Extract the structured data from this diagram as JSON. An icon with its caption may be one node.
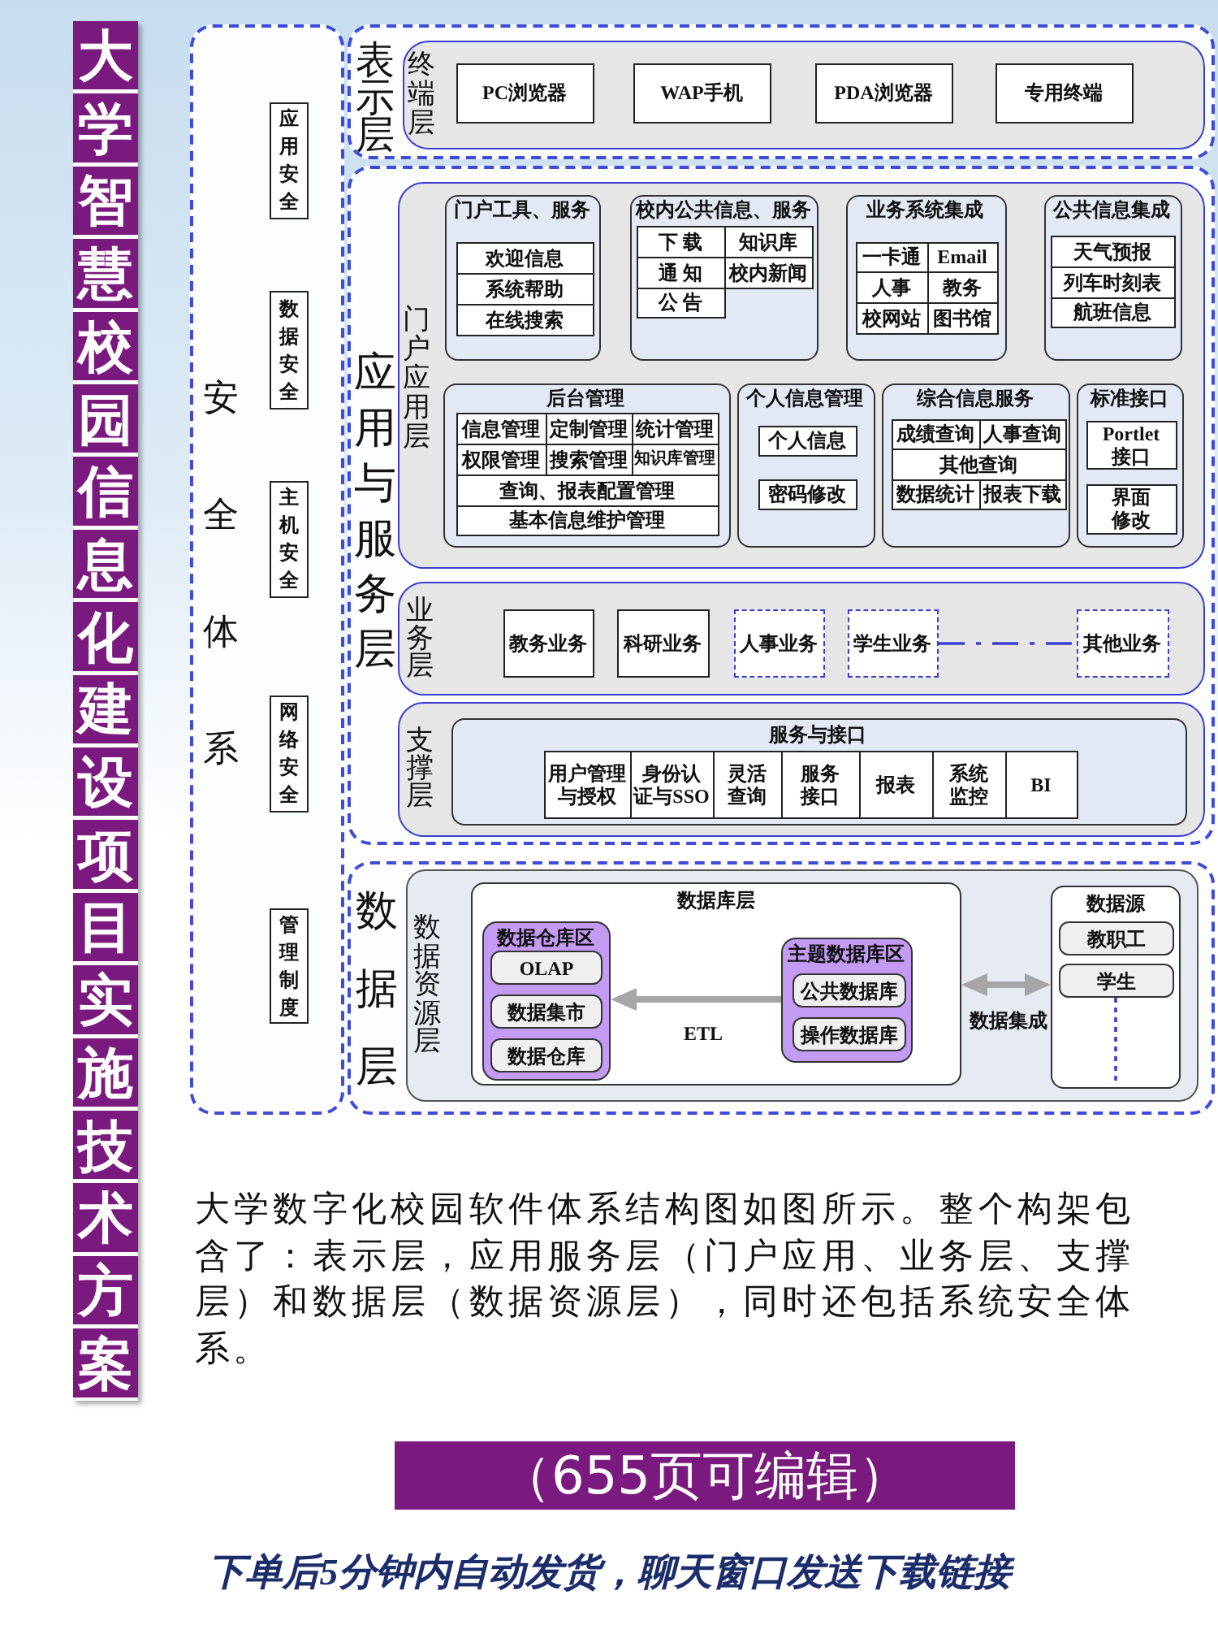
{
  "diagram": {
    "title": "大学智慧校园信息化建设项目实施技术方案",
    "caption": "大学数字化校园软件体系结构图如图所示。整个构架包含了：表示层，应用服务层（门户应用、业务层、支撑层）和数据层（数据资源层），同时还包括系统安全体系。",
    "nodes": [
      {
        "text": [
          "安全体系"
        ]
      },
      {
        "text": [
          "应用安全"
        ],
        "in": 0
      },
      {
        "text": [
          "数据安全"
        ],
        "in": 0
      },
      {
        "text": [
          "主机安全"
        ],
        "in": 0
      },
      {
        "text": [
          "网络安全"
        ],
        "in": 0
      },
      {
        "text": [
          "管理制度"
        ],
        "in": 0
      },
      {
        "text": [
          "表示层"
        ]
      },
      {
        "text": [
          "终端层"
        ],
        "in": 6
      },
      {
        "text": [
          "PC浏览器"
        ],
        "in": 7
      },
      {
        "text": [
          "WAP手机"
        ],
        "in": 7
      },
      {
        "text": [
          "PDA浏览器"
        ],
        "in": 7
      },
      {
        "text": [
          "专用终端"
        ],
        "in": 7
      },
      {
        "text": [
          "应用与服务层"
        ]
      },
      {
        "text": [
          "门户应用层"
        ],
        "in": 12
      },
      {
        "text": [
          "门户工具、服务"
        ],
        "in": 13
      },
      {
        "text": [
          "欢迎信息"
        ],
        "in": 14
      },
      {
        "text": [
          "系统帮助"
        ],
        "in": 14
      },
      {
        "text": [
          "在线搜索"
        ],
        "in": 14
      },
      {
        "text": [
          "校内公共信息、服务"
        ],
        "in": 13
      },
      {
        "text": [
          "下 载"
        ],
        "in": 18
      },
      {
        "text": [
          "知识库"
        ],
        "in": 18
      },
      {
        "text": [
          "通 知"
        ],
        "in": 18
      },
      {
        "text": [
          "校内新闻"
        ],
        "in": 18
      },
      {
        "text": [
          "公 告"
        ],
        "in": 18
      },
      {
        "text": [
          "业务系统集成"
        ],
        "in": 13
      },
      {
        "text": [
          "一卡通"
        ],
        "in": 24
      },
      {
        "text": [
          "Email"
        ],
        "in": 24
      },
      {
        "text": [
          "人事"
        ],
        "in": 24
      },
      {
        "text": [
          "教务"
        ],
        "in": 24
      },
      {
        "text": [
          "校网站"
        ],
        "in": 24
      },
      {
        "text": [
          "图书馆"
        ],
        "in": 24
      },
      {
        "text": [
          "公共信息集成"
        ],
        "in": 13
      },
      {
        "text": [
          "天气预报"
        ],
        "in": 31
      },
      {
        "text": [
          "列车时刻表"
        ],
        "in": 31
      },
      {
        "text": [
          "航班信息"
        ],
        "in": 31
      },
      {
        "text": [
          "后台管理"
        ],
        "in": 13
      },
      {
        "text": [
          "信息管理"
        ],
        "in": 35
      },
      {
        "text": [
          "定制管理"
        ],
        "in": 35
      },
      {
        "text": [
          "统计管理"
        ],
        "in": 35
      },
      {
        "text": [
          "权限管理"
        ],
        "in": 35
      },
      {
        "text": [
          "搜索管理"
        ],
        "in": 35
      },
      {
        "text": [
          "知识库管理"
        ],
        "in": 35
      },
      {
        "text": [
          "查询、报表配置管理"
        ],
        "in": 35
      },
      {
        "text": [
          "基本信息维护管理"
        ],
        "in": 35
      },
      {
        "text": [
          "个人信息管理"
        ],
        "in": 13
      },
      {
        "text": [
          "个人信息"
        ],
        "in": 44
      },
      {
        "text": [
          "密码修改"
        ],
        "in": 44
      },
      {
        "text": [
          "综合信息服务"
        ],
        "in": 13
      },
      {
        "text": [
          "成绩查询"
        ],
        "in": 47
      },
      {
        "text": [
          "人事查询"
        ],
        "in": 47
      },
      {
        "text": [
          "其他查询"
        ],
        "in": 47
      },
      {
        "text": [
          "数据统计"
        ],
        "in": 47
      },
      {
        "text": [
          "报表下载"
        ],
        "in": 47
      },
      {
        "text": [
          "标准接口"
        ],
        "in": 13
      },
      {
        "text": [
          "Portlet接口"
        ],
        "in": 53
      },
      {
        "text": [
          "界面修改"
        ],
        "in": 53
      },
      {
        "text": [
          "业务层"
        ],
        "in": 12
      },
      {
        "text": [
          "教务业务"
        ],
        "in": 56
      },
      {
        "text": [
          "科研业务"
        ],
        "in": 56
      },
      {
        "text": [
          "人事业务"
        ],
        "in": 56
      },
      {
        "text": [
          "学生业务"
        ],
        "in": 56
      },
      {
        "text": [
          "其他业务"
        ],
        "in": 56
      },
      {
        "text": [
          "支撑层"
        ],
        "in": 12
      },
      {
        "text": [
          "服务与接口"
        ],
        "in": 62
      },
      {
        "text": [
          "用户管理与授权"
        ],
        "in": 63
      },
      {
        "text": [
          "身份认证与SSO"
        ],
        "in": 63
      },
      {
        "text": [
          "灵活查询"
        ],
        "in": 63
      },
      {
        "text": [
          "服务接口"
        ],
        "in": 63
      },
      {
        "text": [
          "报表"
        ],
        "in": 63
      },
      {
        "text": [
          "系统监控"
        ],
        "in": 63
      },
      {
        "text": [
          "BI"
        ],
        "in": 63
      },
      {
        "text": [
          "数据层"
        ]
      },
      {
        "text": [
          "数据资源层"
        ],
        "in": 71
      },
      {
        "text": [
          "数据库层"
        ],
        "in": 72
      },
      {
        "text": [
          "数据仓库区"
        ],
        "in": 73
      },
      {
        "text": [
          "OLAP"
        ],
        "in": 74
      },
      {
        "text": [
          "数据集市"
        ],
        "in": 74
      },
      {
        "text": [
          "数据仓库"
        ],
        "in": 74
      },
      {
        "text": [
          "主题数据库区"
        ],
        "in": 73
      },
      {
        "text": [
          "公共数据库"
        ],
        "in": 78
      },
      {
        "text": [
          "操作数据库"
        ],
        "in": 78
      },
      {
        "text": [
          "数据源"
        ],
        "in": 72
      },
      {
        "text": [
          "教职工"
        ],
        "in": 81
      },
      {
        "text": [
          "学生"
        ],
        "in": 81
      }
    ],
    "edges": [
      {
        "from": 78,
        "to": 74,
        "arrow": "to",
        "label": "ETL",
        "style": "thick",
        "color": "#a6a6a6"
      },
      {
        "from": 73,
        "to": 81,
        "arrow": "both",
        "label": "数据集成",
        "style": "thick",
        "color": "#a6a6a6"
      },
      {
        "from": 60,
        "to": 61,
        "arrow": "none",
        "style": "dashed",
        "color": "#3a3fd0"
      },
      {
        "from": 83,
        "to": null,
        "arrow": "none",
        "style": "dashed",
        "color": "#3a3fd0"
      }
    ],
    "labels": [
      "（655页可编辑）",
      "下单后5分钟内自动发货，聊天窗口发送下载链接"
    ]
  }
}
